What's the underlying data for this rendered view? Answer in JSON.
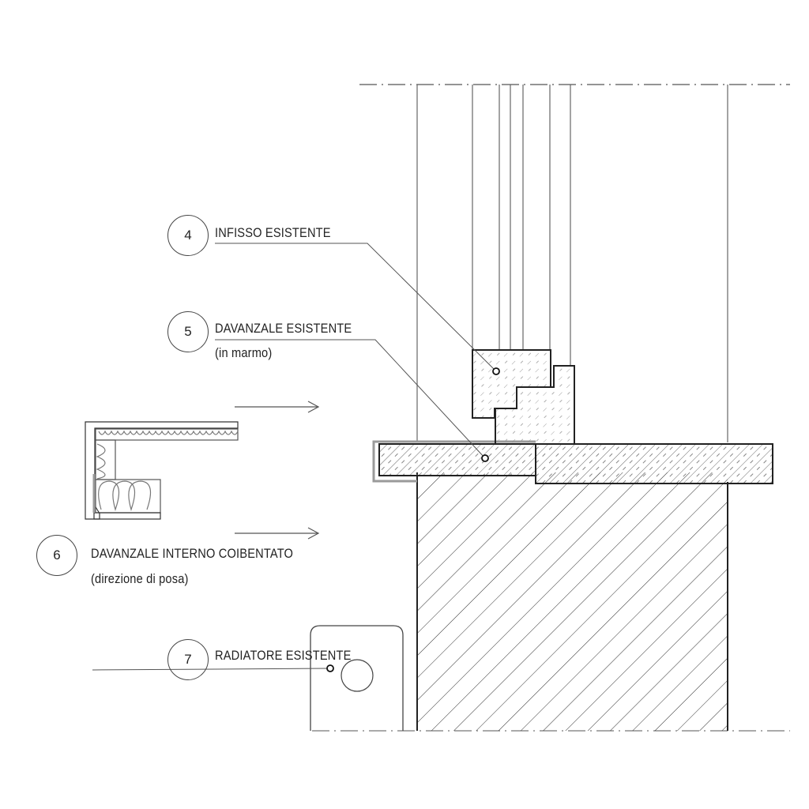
{
  "callouts": [
    {
      "number": "4",
      "title": "INFISSO ESISTENTE",
      "subtitle": ""
    },
    {
      "number": "5",
      "title": "DAVANZALE ESISTENTE",
      "subtitle": "(in marmo)"
    },
    {
      "number": "6",
      "title": "DAVANZALE INTERNO COIBENTATO",
      "subtitle": "(direzione di posa)"
    },
    {
      "number": "7",
      "title": "RADIATORE ESISTENTE",
      "subtitle": ""
    }
  ],
  "colors": {
    "line": "#222222",
    "thin": "#555555",
    "gray_outline": "#9a9a9a"
  }
}
